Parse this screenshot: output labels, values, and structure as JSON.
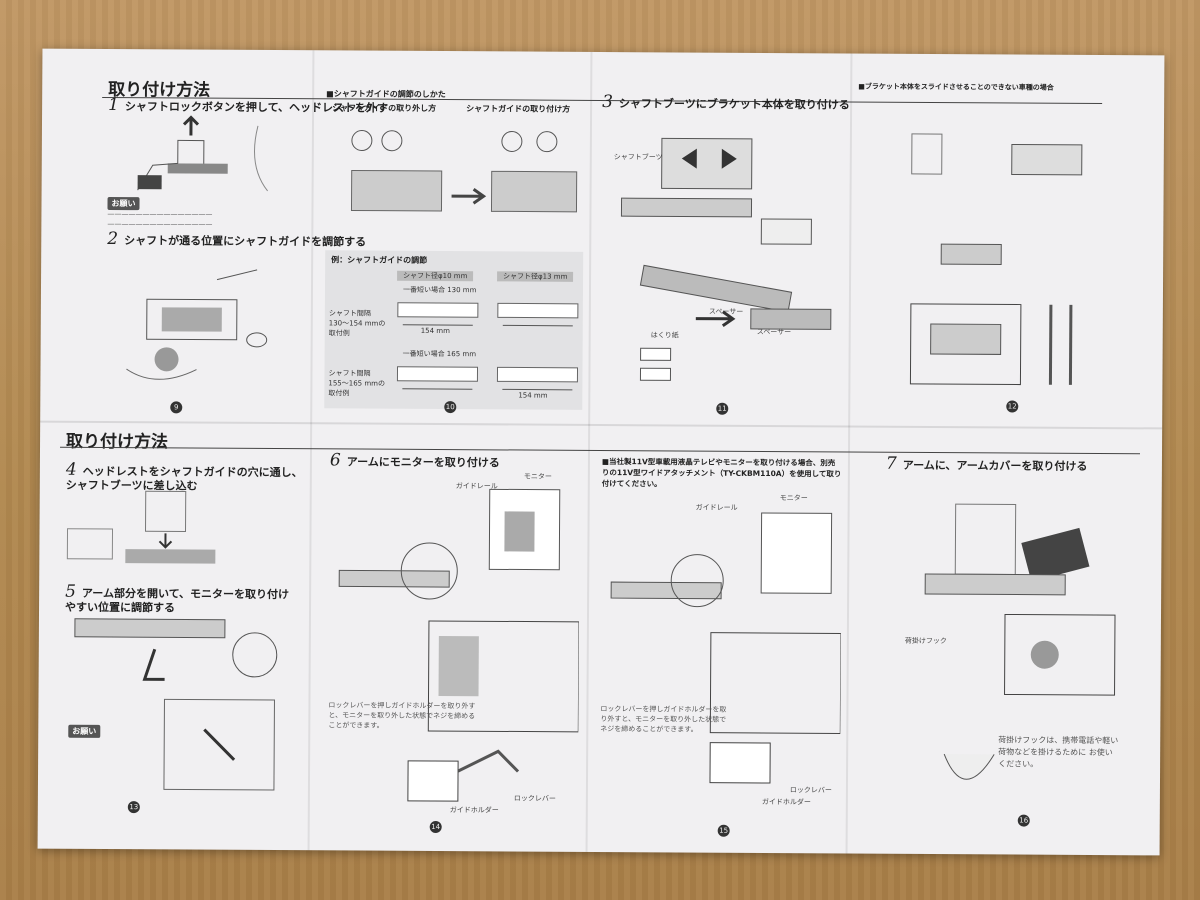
{
  "background": {
    "surface": "cardboard",
    "sheet_color": "#f1f0f2"
  },
  "upper": {
    "title": "取り付け方法",
    "step1": {
      "num": "1",
      "text": "シャフトロックボタンを押して、ヘッドレストを外す"
    },
    "step2": {
      "num": "2",
      "text": "シャフトが通る位置にシャフトガイドを調節する"
    },
    "note_badge": "お願い",
    "panel2": {
      "head1": "■シャフトガイドの調節のしかた",
      "head_left": "シャフトガイドの取り外し方",
      "head_right": "シャフトガイドの取り付け方",
      "example_head": "例：シャフトガイドの調節",
      "table": {
        "col1": "シャフト径φ10 mm",
        "col2": "シャフト径φ13 mm",
        "row1_label": "シャフト間隔 130〜154 mmの取付例",
        "row2_label": "シャフト間隔 155〜165 mmの取付例",
        "row1_note": "一番短い場合 130 mm",
        "row2_note": "一番短い場合 165 mm",
        "dim_154": "154 mm",
        "dim_154b": "154 mm"
      }
    },
    "step3": {
      "num": "3",
      "text": "シャフトブーツにブラケット本体を取り付ける"
    },
    "labels3": [
      "シャフトブーツ",
      "スペーサー",
      "スペーサー",
      "はくり紙"
    ],
    "panel4": {
      "head": "■ブラケット本体をスライドさせることのできない車種の場合"
    }
  },
  "lower": {
    "title": "取り付け方法",
    "step4": {
      "num": "4",
      "text": "ヘッドレストをシャフトガイドの穴に通し、\nシャフトブーツに差し込む"
    },
    "step5": {
      "num": "5",
      "text": "アーム部分を開いて、モニターを取り付け\nやすい位置に調節する"
    },
    "note_badge": "お願い",
    "step6": {
      "num": "6",
      "text": "アームにモニターを取り付ける"
    },
    "labels6": [
      "ガイドレール",
      "モニター",
      "ロックレバー",
      "ガイドホルダー"
    ],
    "text6": "ロックレバーを押しガイドホルダーを取り外すと、モニターを取り外した状態でネジを締めることができます。",
    "panel7head": "■当社製11V型車載用液晶テレビやモニターを取り付ける場合、別売りの11V型ワイドアタッチメント（TY-CKBM110A）を使用して取り付けてください。",
    "labels7": [
      "ガイドレール",
      "モニター",
      "ロックレバー",
      "ガイドホルダー"
    ],
    "text7": "ロックレバーを押しガイドホルダーを取り外すと、モニターを取り外した状態でネジを締めることができます。",
    "step7": {
      "num": "7",
      "text": "アームに、アームカバーを取り付ける"
    },
    "text8": "荷掛けフックは、携帯電話や軽い荷物などを掛けるために お使いください。",
    "label8": "荷掛けフック"
  }
}
